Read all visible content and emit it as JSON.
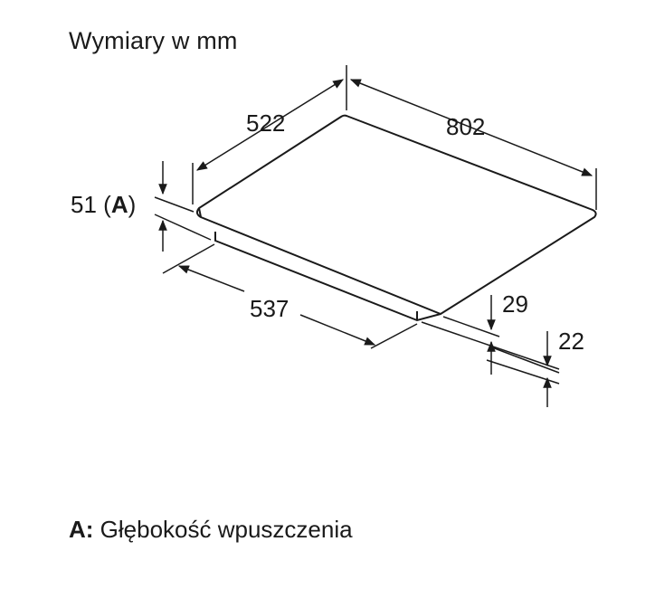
{
  "title": "Wymiary w mm",
  "dimensions": {
    "width": "802",
    "depth": "522",
    "cutout_width": "537",
    "overall_height_prefix": "51 (",
    "overall_height_marker": "A",
    "overall_height_suffix": ")",
    "top_thickness": "29",
    "body_height": "22"
  },
  "legend": {
    "key": "A:",
    "text": "Głębokość wpuszczenia"
  }
}
